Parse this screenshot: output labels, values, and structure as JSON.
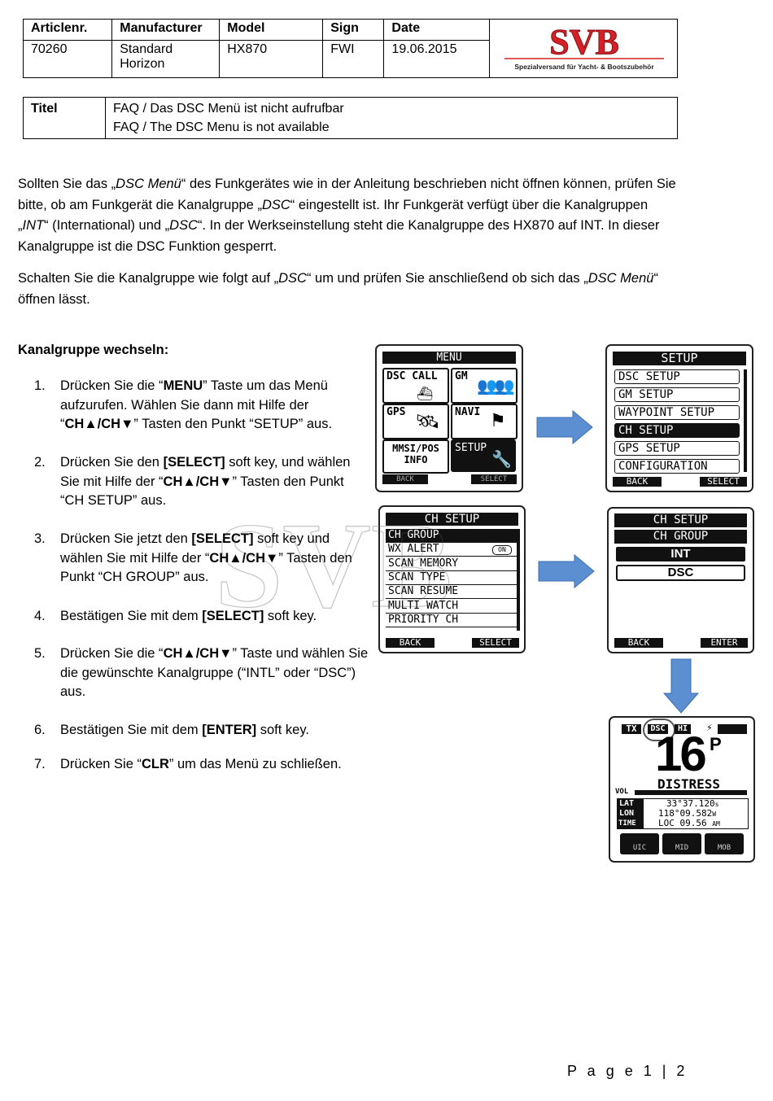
{
  "header": {
    "col_article": "Articlenr.",
    "col_manufacturer": "Manufacturer",
    "col_model": "Model",
    "col_sign": "Sign",
    "col_date": "Date",
    "article": "70260",
    "manufacturer": "Standard Horizon",
    "model": "HX870",
    "sign": "FWI",
    "date": "19.06.2015",
    "logo_text": "SVB",
    "logo_tagline": "Spezialversand für Yacht- & Bootszubehör"
  },
  "title": {
    "label": "Titel",
    "line1": "FAQ / Das DSC Menü ist nicht aufrufbar",
    "line2": "FAQ / The DSC Menu is not available"
  },
  "intro": {
    "p1_a": "Sollten Sie das „",
    "p1_b": "DSC Menü",
    "p1_c": "“ des Funkgerätes wie in der Anleitung beschrieben nicht öffnen können, prüfen Sie bitte, ob am Funkgerät die Kanalgruppe „",
    "p1_d": "DSC",
    "p1_e": "“ eingestellt ist. Ihr Funkgerät verfügt über die Kanalgruppen „",
    "p1_f": "INT",
    "p1_g": "“ (International) und „",
    "p1_h": "DSC",
    "p1_i": "“. In der Werkseinstellung steht die Kanalgruppe des HX870 auf INT. In dieser Kanalgruppe ist die DSC Funktion gesperrt.",
    "p2_a": "Schalten Sie die Kanalgruppe wie folgt auf „",
    "p2_b": "DSC",
    "p2_c": "“ um und prüfen Sie anschließend ob sich das „",
    "p2_d": "DSC Menü",
    "p2_e": "“ öffnen lässt."
  },
  "section_title": "Kanalgruppe wechseln:",
  "steps": [
    {
      "n": "1.",
      "a": "Drücken Sie die “",
      "b": "MENU",
      "c": "” Taste um das Menü aufzurufen. Wählen Sie dann mit Hilfe der “",
      "d": "CH▲/CH▼",
      "e": "” Tasten den Punkt “SETUP” aus."
    },
    {
      "n": "2.",
      "a": "Drücken Sie den ",
      "b": "[SELECT]",
      "c": " soft key, und wählen Sie mit Hilfe der “",
      "d": "CH▲/CH▼",
      "e": "” Tasten den Punkt “CH SETUP” aus."
    },
    {
      "n": "3.",
      "a": "Drücken Sie jetzt den ",
      "b": "[SELECT]",
      "c": " soft key und wählen Sie mit Hilfe der “",
      "d": "CH▲/CH▼",
      "e": "” Tasten den Punkt “CH GROUP” aus."
    },
    {
      "n": "4.",
      "a": "Bestätigen Sie mit dem ",
      "b": "[SELECT]",
      "c": " soft key.",
      "d": "",
      "e": ""
    },
    {
      "n": "5.",
      "a": "Drücken Sie die “",
      "b": "CH▲/CH▼",
      "c": "” Taste und wählen Sie die gewünschte Kanalgruppe (“INTL” oder “DSC”) aus.",
      "d": "",
      "e": ""
    },
    {
      "n": "6.",
      "a": "Bestätigen Sie mit dem ",
      "b": "[ENTER]",
      "c": " soft key.",
      "d": "",
      "e": ""
    },
    {
      "n": "7.",
      "a": "Drücken Sie “",
      "b": "CLR",
      "c": "” um das Menü zu schließen.",
      "d": "",
      "e": ""
    }
  ],
  "screens": {
    "menu": {
      "title": "MENU",
      "tiles": [
        "DSC CALL",
        "GM",
        "GPS",
        "NAVI",
        "MMSI/POS INFO",
        "SETUP"
      ],
      "left_key": "BACK",
      "right_key": "SELECT"
    },
    "setup": {
      "title": "SETUP",
      "items": [
        "DSC SETUP",
        "GM SETUP",
        "WAYPOINT SETUP",
        "CH SETUP",
        "GPS SETUP",
        "CONFIGURATION"
      ],
      "selected_index": 3,
      "left_key": "BACK",
      "right_key": "SELECT"
    },
    "ch_setup": {
      "title": "CH SETUP",
      "items": [
        "CH GROUP",
        "WX ALERT",
        "SCAN MEMORY",
        "SCAN TYPE",
        "SCAN RESUME",
        "MULTI WATCH",
        "PRIORITY CH"
      ],
      "wx_badge": "ON",
      "selected_index": 0,
      "left_key": "BACK",
      "right_key": "SELECT"
    },
    "ch_group": {
      "title": "CH SETUP",
      "subtitle": "CH GROUP",
      "options": [
        "INT",
        "DSC"
      ],
      "selected_index": 0,
      "left_key": "BACK",
      "right_key": "ENTER"
    },
    "main": {
      "tx": "TX",
      "dsc": "DSC",
      "hi": "HI",
      "channel": "16",
      "channel_suffix": "P",
      "channel_name": "DISTRESS",
      "vol": "VOL",
      "lat_label": "LAT",
      "lon_label": "LON",
      "time_label": "TIME",
      "lat": "33°37.120",
      "lat_hemi": "s",
      "lon": "118°09.582",
      "lon_hemi": "W",
      "time": "LOC 09.56",
      "time_ampm": "AM",
      "keys": [
        "UIC",
        "MID",
        "MOB"
      ]
    }
  },
  "footer": "P a g e  1 | 2",
  "colors": {
    "arrow": "#5b8fd1",
    "logo_red": "#d42027"
  }
}
